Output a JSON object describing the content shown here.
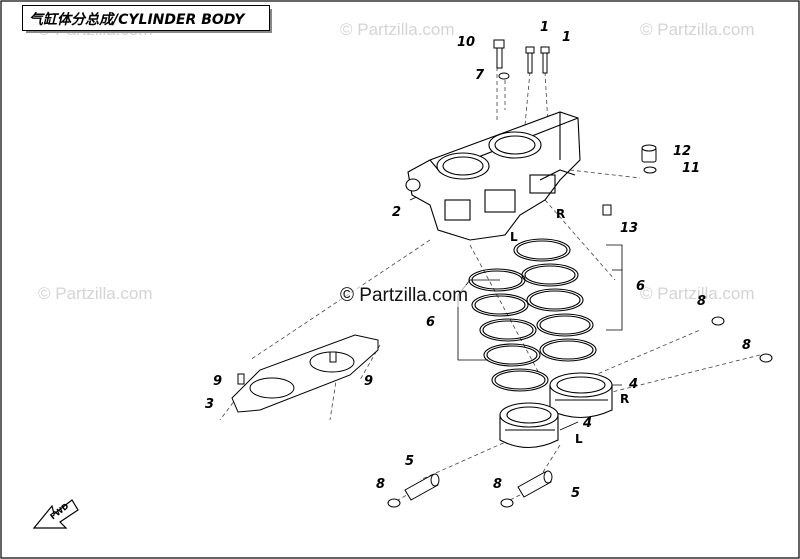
{
  "title": "气缸体分总成/CYLINDER BODY",
  "watermark": {
    "small": "© Partzilla.com",
    "main": "© Partzilla.com"
  },
  "callouts": {
    "c1a": "1",
    "c1b": "1",
    "c2": "2",
    "c3": "3",
    "c4a": "4",
    "c4b": "4",
    "c5a": "5",
    "c5b": "5",
    "c6a": "6",
    "c6b": "6",
    "c7": "7",
    "c8a": "8",
    "c8b": "8",
    "c8c": "8",
    "c8d": "8",
    "c9a": "9",
    "c9b": "9",
    "c10": "10",
    "c11": "11",
    "c12": "12",
    "c13": "13"
  },
  "side_marks": {
    "R1": "R",
    "L1": "L",
    "R2": "R",
    "L2": "L"
  },
  "fwd_arrow": "FWD"
}
